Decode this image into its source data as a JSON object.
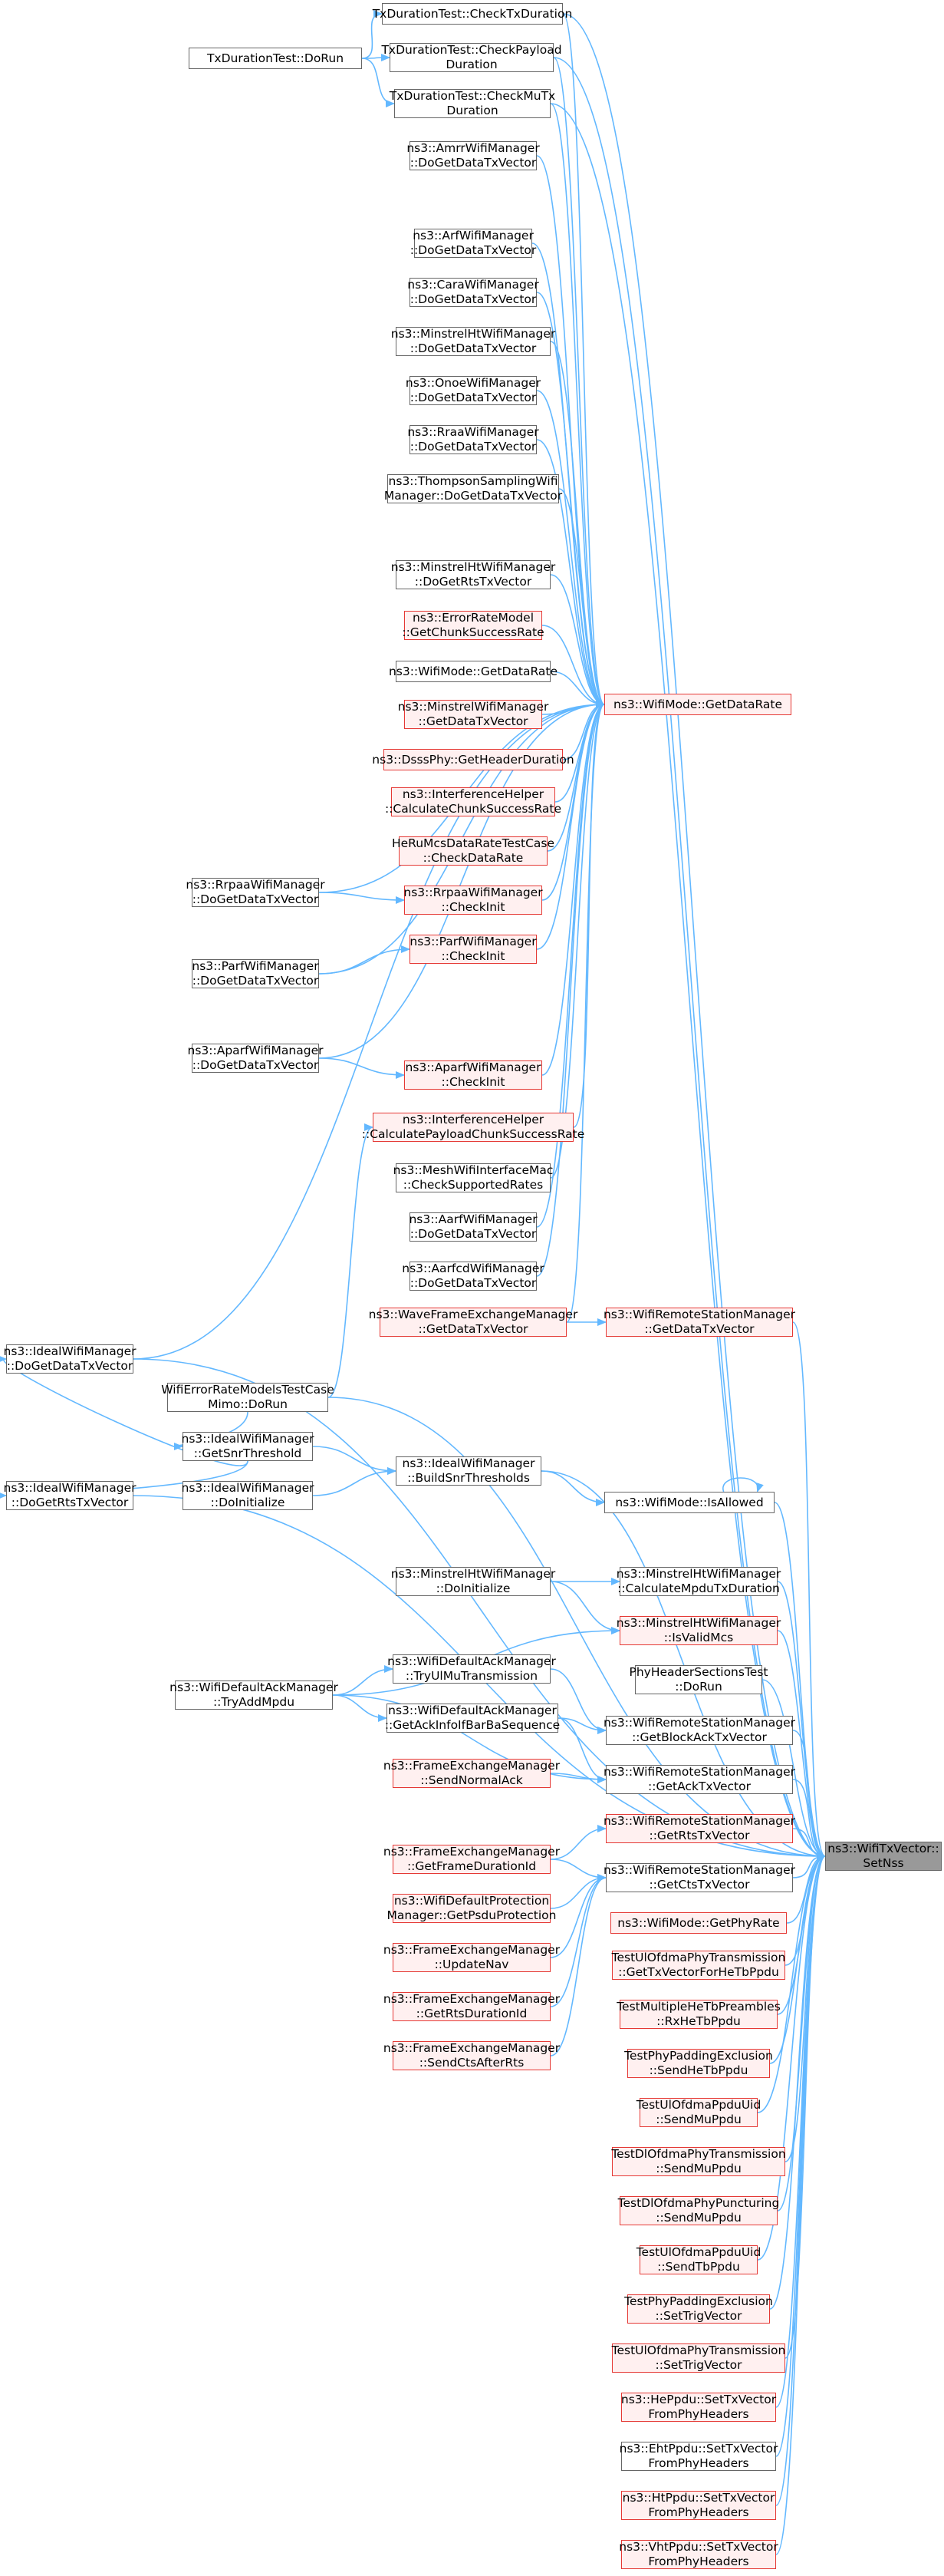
{
  "diagram": {
    "colors": {
      "edge": "#63b8ff",
      "node_border": "#666666",
      "red_border": "#e53935",
      "red_fill": "#fff0f0",
      "focus_fill": "#999999"
    },
    "nodes": [
      {
        "id": "cdur",
        "lines": [
          "TxDurationTest::CheckTxDuration"
        ],
        "style": "plain"
      },
      {
        "id": "dorun",
        "lines": [
          "TxDurationTest::DoRun"
        ],
        "style": "plain"
      },
      {
        "id": "cpay",
        "lines": [
          "TxDurationTest::CheckPayload",
          "Duration"
        ],
        "style": "plain"
      },
      {
        "id": "cmu",
        "lines": [
          "TxDurationTest::CheckMuTx",
          "Duration"
        ],
        "style": "plain"
      },
      {
        "id": "amrr",
        "lines": [
          "ns3::AmrrWifiManager",
          "::DoGetDataTxVector"
        ],
        "style": "plain"
      },
      {
        "id": "arf",
        "lines": [
          "ns3::ArfWifiManager",
          "::DoGetDataTxVector"
        ],
        "style": "plain"
      },
      {
        "id": "cara",
        "lines": [
          "ns3::CaraWifiManager",
          "::DoGetDataTxVector"
        ],
        "style": "plain"
      },
      {
        "id": "mhtdata",
        "lines": [
          "ns3::MinstrelHtWifiManager",
          "::DoGetDataTxVector"
        ],
        "style": "plain"
      },
      {
        "id": "onoe",
        "lines": [
          "ns3::OnoeWifiManager",
          "::DoGetDataTxVector"
        ],
        "style": "plain"
      },
      {
        "id": "rraa",
        "lines": [
          "ns3::RraaWifiManager",
          "::DoGetDataTxVector"
        ],
        "style": "plain"
      },
      {
        "id": "thomp",
        "lines": [
          "ns3::ThompsonSamplingWifi",
          "Manager::DoGetDataTxVector"
        ],
        "style": "plain"
      },
      {
        "id": "mhtrts",
        "lines": [
          "ns3::MinstrelHtWifiManager",
          "::DoGetRtsTxVector"
        ],
        "style": "plain"
      },
      {
        "id": "errm",
        "lines": [
          "ns3::ErrorRateModel",
          "::GetChunkSuccessRate"
        ],
        "style": "red"
      },
      {
        "id": "wmgdr",
        "lines": [
          "ns3::WifiMode::GetDataRate"
        ],
        "style": "plain"
      },
      {
        "id": "mindata",
        "lines": [
          "ns3::MinstrelWifiManager",
          "::GetDataTxVector"
        ],
        "style": "red"
      },
      {
        "id": "dsss",
        "lines": [
          "ns3::DsssPhy::GetHeaderDuration"
        ],
        "style": "red"
      },
      {
        "id": "ihchunk",
        "lines": [
          "ns3::InterferenceHelper",
          "::CalculateChunkSuccessRate"
        ],
        "style": "red"
      },
      {
        "id": "herumcs",
        "lines": [
          "HeRuMcsDataRateTestCase",
          "::CheckDataRate"
        ],
        "style": "red"
      },
      {
        "id": "rrpaci",
        "lines": [
          "ns3::RrpaaWifiManager",
          "::CheckInit"
        ],
        "style": "red"
      },
      {
        "id": "rrpadg",
        "lines": [
          "ns3::RrpaaWifiManager",
          "::DoGetDataTxVector"
        ],
        "style": "plain"
      },
      {
        "id": "parfci",
        "lines": [
          "ns3::ParfWifiManager",
          "::CheckInit"
        ],
        "style": "red"
      },
      {
        "id": "parfdg",
        "lines": [
          "ns3::ParfWifiManager",
          "::DoGetDataTxVector"
        ],
        "style": "plain"
      },
      {
        "id": "apardg",
        "lines": [
          "ns3::AparfWifiManager",
          "::DoGetDataTxVector"
        ],
        "style": "plain"
      },
      {
        "id": "aparci",
        "lines": [
          "ns3::AparfWifiManager",
          "::CheckInit"
        ],
        "style": "red"
      },
      {
        "id": "ihpay",
        "lines": [
          "ns3::InterferenceHelper",
          "::CalculatePayloadChunkSuccessRate"
        ],
        "style": "red"
      },
      {
        "id": "mesh",
        "lines": [
          "ns3::MeshWifiInterfaceMac",
          "::CheckSupportedRates"
        ],
        "style": "plain"
      },
      {
        "id": "aarf",
        "lines": [
          "ns3::AarfWifiManager",
          "::DoGetDataTxVector"
        ],
        "style": "plain"
      },
      {
        "id": "aarfcd",
        "lines": [
          "ns3::AarfcdWifiManager",
          "::DoGetDataTxVector"
        ],
        "style": "plain"
      },
      {
        "id": "wave",
        "lines": [
          "ns3::WaveFrameExchangeManager",
          "::GetDataTxVector"
        ],
        "style": "red"
      },
      {
        "id": "getdr",
        "lines": [
          "ns3::WifiMode::GetDataRate"
        ],
        "style": "red"
      },
      {
        "id": "wrsmdata",
        "lines": [
          "ns3::WifiRemoteStationManager",
          "::GetDataTxVector"
        ],
        "style": "red"
      },
      {
        "id": "idealdata",
        "lines": [
          "ns3::IdealWifiManager",
          "::DoGetDataTxVector"
        ],
        "style": "plain"
      },
      {
        "id": "errmimo",
        "lines": [
          "WifiErrorRateModelsTestCase",
          "Mimo::DoRun"
        ],
        "style": "plain"
      },
      {
        "id": "idealsnr",
        "lines": [
          "ns3::IdealWifiManager",
          "::GetSnrThreshold"
        ],
        "style": "plain"
      },
      {
        "id": "idealrts",
        "lines": [
          "ns3::IdealWifiManager",
          "::DoGetRtsTxVector"
        ],
        "style": "plain"
      },
      {
        "id": "idealinit",
        "lines": [
          "ns3::IdealWifiManager",
          "::DoInitialize"
        ],
        "style": "plain"
      },
      {
        "id": "idealbuild",
        "lines": [
          "ns3::IdealWifiManager",
          "::BuildSnrThresholds"
        ],
        "style": "plain"
      },
      {
        "id": "isallowed",
        "lines": [
          "ns3::WifiMode::IsAllowed"
        ],
        "style": "plain"
      },
      {
        "id": "mhtinit",
        "lines": [
          "ns3::MinstrelHtWifiManager",
          "::DoInitialize"
        ],
        "style": "plain"
      },
      {
        "id": "mhtcalc",
        "lines": [
          "ns3::MinstrelHtWifiManager",
          "::CalculateMpduTxDuration"
        ],
        "style": "plain"
      },
      {
        "id": "mhtvalid",
        "lines": [
          "ns3::MinstrelHtWifiManager",
          "::IsValidMcs"
        ],
        "style": "red"
      },
      {
        "id": "phyhdr",
        "lines": [
          "PhyHeaderSectionsTest",
          "::DoRun"
        ],
        "style": "plain"
      },
      {
        "id": "ackadd",
        "lines": [
          "ns3::WifiDefaultAckManager",
          "::TryAddMpdu"
        ],
        "style": "plain"
      },
      {
        "id": "ackul",
        "lines": [
          "ns3::WifiDefaultAckManager",
          "::TryUlMuTransmission"
        ],
        "style": "plain"
      },
      {
        "id": "ackinfo",
        "lines": [
          "ns3::WifiDefaultAckManager",
          "::GetAckInfoIfBarBaSequence"
        ],
        "style": "plain"
      },
      {
        "id": "wrsmback",
        "lines": [
          "ns3::WifiRemoteStationManager",
          "::GetBlockAckTxVector"
        ],
        "style": "plain"
      },
      {
        "id": "fesack",
        "lines": [
          "ns3::FrameExchangeManager",
          "::SendNormalAck"
        ],
        "style": "red"
      },
      {
        "id": "wrsmack",
        "lines": [
          "ns3::WifiRemoteStationManager",
          "::GetAckTxVector"
        ],
        "style": "plain"
      },
      {
        "id": "wrsmrts",
        "lines": [
          "ns3::WifiRemoteStationManager",
          "::GetRtsTxVector"
        ],
        "style": "red"
      },
      {
        "id": "fegfd",
        "lines": [
          "ns3::FrameExchangeManager",
          "::GetFrameDurationId"
        ],
        "style": "red"
      },
      {
        "id": "wrsmcts",
        "lines": [
          "ns3::WifiRemoteStationManager",
          "::GetCtsTxVector"
        ],
        "style": "plain"
      },
      {
        "id": "prot",
        "lines": [
          "ns3::WifiDefaultProtection",
          "Manager::GetPsduProtection"
        ],
        "style": "red"
      },
      {
        "id": "gphy",
        "lines": [
          "ns3::WifiMode::GetPhyRate"
        ],
        "style": "red"
      },
      {
        "id": "feunav",
        "lines": [
          "ns3::FrameExchangeManager",
          "::UpdateNav"
        ],
        "style": "red"
      },
      {
        "id": "ulgettx",
        "lines": [
          "TestUlOfdmaPhyTransmission",
          "::GetTxVectorForHeTbPpdu"
        ],
        "style": "red"
      },
      {
        "id": "fertsd",
        "lines": [
          "ns3::FrameExchangeManager",
          "::GetRtsDurationId"
        ],
        "style": "red"
      },
      {
        "id": "multirx",
        "lines": [
          "TestMultipleHeTbPreambles",
          "::RxHeTbPpdu"
        ],
        "style": "red"
      },
      {
        "id": "fescts",
        "lines": [
          "ns3::FrameExchangeManager",
          "::SendCtsAfterRts"
        ],
        "style": "red"
      },
      {
        "id": "padhe",
        "lines": [
          "TestPhyPaddingExclusion",
          "::SendHeTbPpdu"
        ],
        "style": "red"
      },
      {
        "id": "uidmu",
        "lines": [
          "TestUlOfdmaPpduUid",
          "::SendMuPpdu"
        ],
        "style": "red"
      },
      {
        "id": "dlmu",
        "lines": [
          "TestDlOfdmaPhyTransmission",
          "::SendMuPpdu"
        ],
        "style": "red"
      },
      {
        "id": "dlpunc",
        "lines": [
          "TestDlOfdmaPhyPuncturing",
          "::SendMuPpdu"
        ],
        "style": "red"
      },
      {
        "id": "uidtb",
        "lines": [
          "TestUlOfdmaPpduUid",
          "::SendTbPpdu"
        ],
        "style": "red"
      },
      {
        "id": "padtrig",
        "lines": [
          "TestPhyPaddingExclusion",
          "::SetTrigVector"
        ],
        "style": "red"
      },
      {
        "id": "ultrig",
        "lines": [
          "TestUlOfdmaPhyTransmission",
          "::SetTrigVector"
        ],
        "style": "red"
      },
      {
        "id": "heppdu",
        "lines": [
          "ns3::HePpdu::SetTxVector",
          "FromPhyHeaders"
        ],
        "style": "red"
      },
      {
        "id": "ehtppdu",
        "lines": [
          "ns3::EhtPpdu::SetTxVector",
          "FromPhyHeaders"
        ],
        "style": "plain"
      },
      {
        "id": "htppdu",
        "lines": [
          "ns3::HtPpdu::SetTxVector",
          "FromPhyHeaders"
        ],
        "style": "red"
      },
      {
        "id": "vhtppdu",
        "lines": [
          "ns3::VhtPpdu::SetTxVector",
          "FromPhyHeaders"
        ],
        "style": "red"
      },
      {
        "id": "focus",
        "lines": [
          "ns3::WifiTxVector::",
          "SetNss"
        ],
        "style": "focus"
      }
    ]
  }
}
